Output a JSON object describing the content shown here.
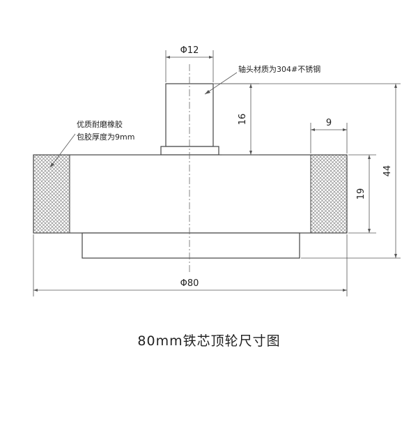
{
  "drawing": {
    "title": "80mm铁芯顶轮尺寸图",
    "notes": {
      "shaft_material": "轴头材质为304#不锈钢",
      "rubber_line1": "优质耐磨橡胶",
      "rubber_line2": "包胶厚度为9mm"
    },
    "dimensions": {
      "shaft_diameter": "Φ12",
      "shaft_length": "16",
      "rubber_thickness": "9",
      "wheel_width": "19",
      "total_height": "44",
      "wheel_diameter": "Φ80"
    },
    "colors": {
      "outline": "#444444",
      "rubber_hatch": "#8a8a8a",
      "text": "#222222"
    }
  }
}
